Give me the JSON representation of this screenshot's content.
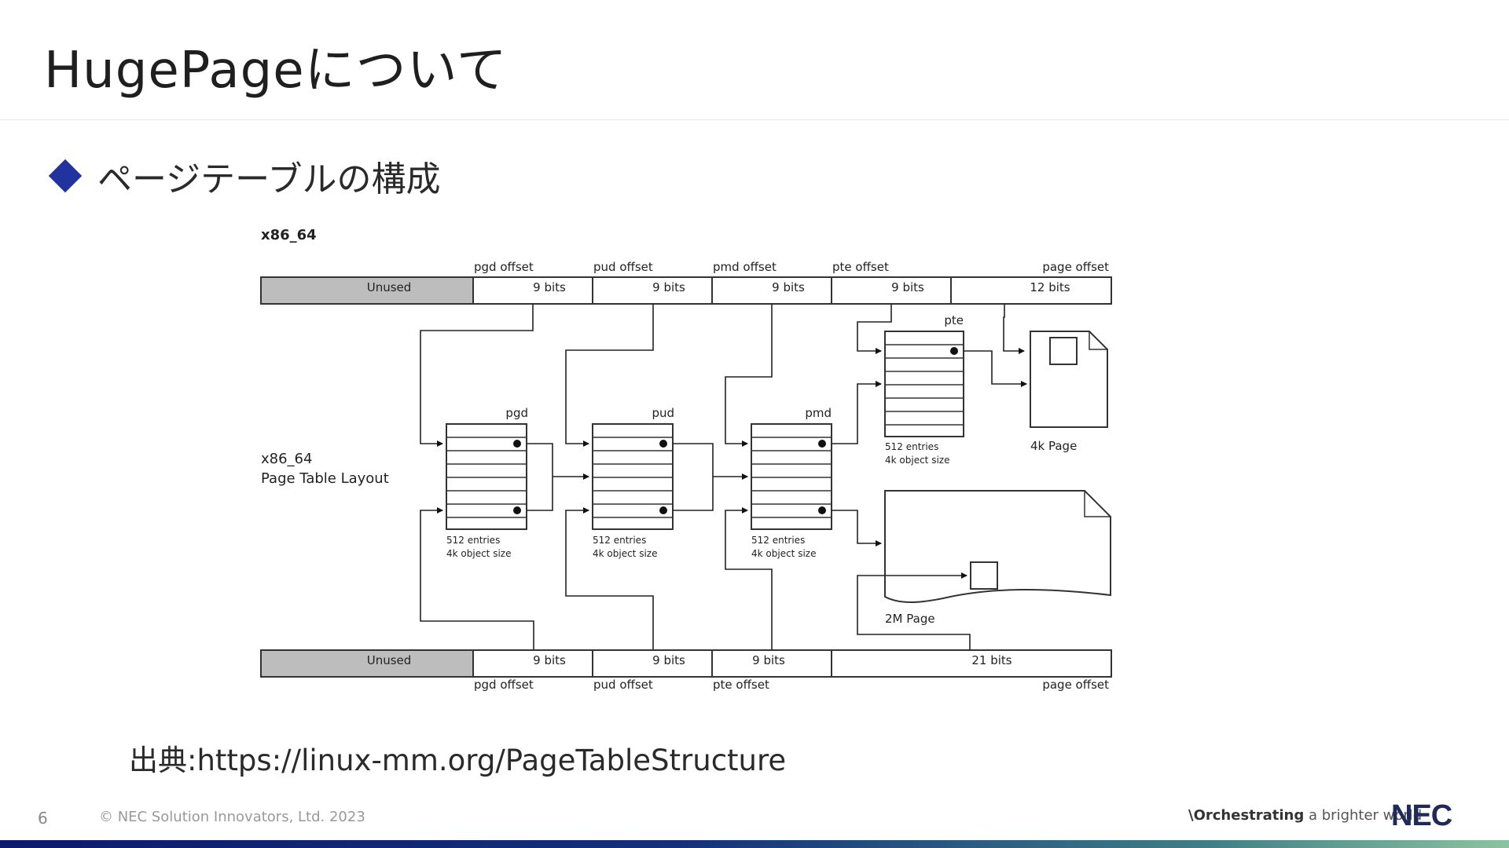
{
  "slide": {
    "title": "HugePageについて",
    "bullet": "ページテーブルの構成",
    "source": "出典:https://linux-mm.org/PageTableStructure"
  },
  "diagram": {
    "heading": "x86_64",
    "layout_label_line1": "x86_64",
    "layout_label_line2": "Page Table Layout",
    "top_address": {
      "fields": [
        {
          "label": "Unused",
          "offset": ""
        },
        {
          "label": "9 bits",
          "offset": "pgd offset"
        },
        {
          "label": "9 bits",
          "offset": "pud offset"
        },
        {
          "label": "9 bits",
          "offset": "pmd offset"
        },
        {
          "label": "9 bits",
          "offset": "pte offset"
        },
        {
          "label": "12 bits",
          "offset": "page offset"
        }
      ]
    },
    "bottom_address": {
      "fields": [
        {
          "label": "Unused",
          "offset": ""
        },
        {
          "label": "9 bits",
          "offset": "pgd offset"
        },
        {
          "label": "9 bits",
          "offset": "pud offset"
        },
        {
          "label": "9 bits",
          "offset": "pte offset"
        },
        {
          "label": "21 bits",
          "offset": "page offset"
        }
      ]
    },
    "tables": [
      {
        "name": "pgd",
        "entries": "512 entries",
        "size": "4k object size"
      },
      {
        "name": "pud",
        "entries": "512 entries",
        "size": "4k object size"
      },
      {
        "name": "pmd",
        "entries": "512 entries",
        "size": "4k object size"
      },
      {
        "name": "pte",
        "entries": "512 entries",
        "size": "4k object size"
      }
    ],
    "page_4k": "4k Page",
    "page_2m": "2M Page"
  },
  "footer": {
    "page_number": "6",
    "copyright": "© NEC Solution Innovators, Ltd. 2023",
    "tagline_bold": "\\Orchestrating",
    "tagline_rest": "a brighter world",
    "logo": "NEC"
  },
  "colors": {
    "accent": "#2233a0",
    "unused_fill": "#bdbdbd"
  }
}
